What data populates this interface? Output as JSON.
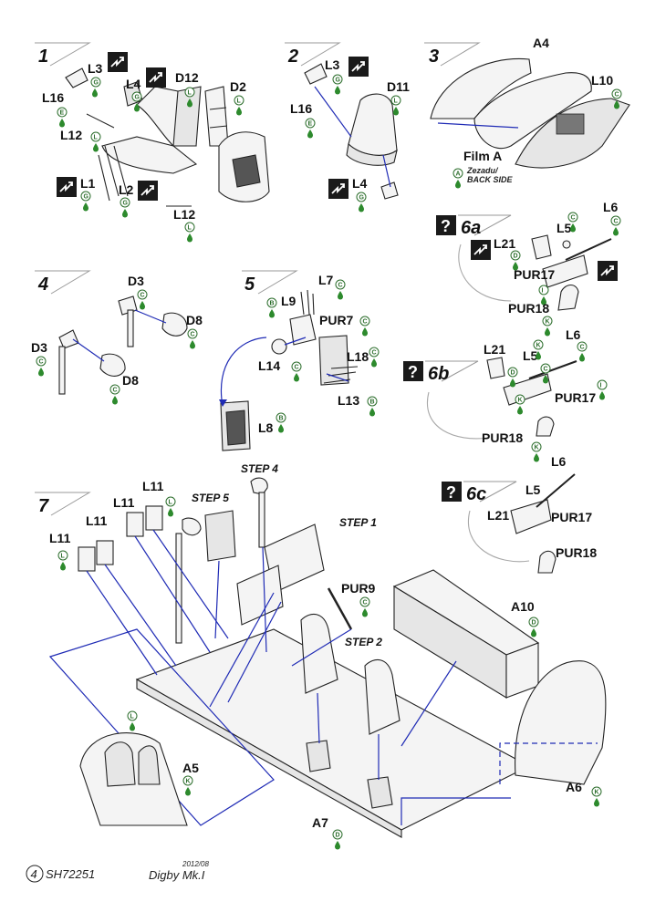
{
  "steps": {
    "s1": "1",
    "s2": "2",
    "s3": "3",
    "s4": "4",
    "s5": "5",
    "s6a": "6a",
    "s6b": "6b",
    "s6c": "6c",
    "s7": "7"
  },
  "question_mark": "?",
  "labels": {
    "L3a": "L3",
    "L4a": "L4",
    "D12": "D12",
    "D2": "D2",
    "L16a": "L16",
    "L12a": "L12",
    "L1": "L1",
    "L2": "L2",
    "L12b": "L12",
    "L3b": "L3",
    "D11": "D11",
    "L16b": "L16",
    "L4b": "L4",
    "A4": "A4",
    "L10": "L10",
    "FilmA": "Film A",
    "D3a": "D3",
    "D8a": "D8",
    "D3b": "D3",
    "D8b": "D8",
    "L7": "L7",
    "L9": "L9",
    "PUR7": "PUR7",
    "L14": "L14",
    "L18": "L18",
    "L13": "L13",
    "L8": "L8",
    "L6a": "L6",
    "L5a": "L5",
    "L21a": "L21",
    "PUR17a": "PUR17",
    "PUR18a": "PUR18",
    "L21b": "L21",
    "L5b": "L5",
    "L6b": "L6",
    "PUR17b": "PUR17",
    "PUR18b": "PUR18",
    "L6c": "L6",
    "L5c": "L5",
    "L21c": "L21",
    "PUR17c": "PUR17",
    "PUR18c": "PUR18",
    "L11a": "L11",
    "L11b": "L11",
    "L11c": "L11",
    "L11d": "L11",
    "PUR9": "PUR9",
    "A10": "A10",
    "A5": "A5",
    "A6": "A6",
    "A7": "A7"
  },
  "step_words": {
    "step4": "STEP 4",
    "step5": "STEP 5",
    "step1": "STEP 1",
    "step2": "STEP 2"
  },
  "film_note": {
    "line1": "Zezadu/",
    "line2": "BACK SIDE"
  },
  "badges": {
    "g": "G",
    "e": "E",
    "l": "L",
    "c": "C",
    "b": "B",
    "d": "D",
    "k": "K",
    "i": "I",
    "a": "A"
  },
  "footer": {
    "page": "4",
    "code": "SH72251",
    "date": "2012/08",
    "title": "Digby Mk.I"
  }
}
